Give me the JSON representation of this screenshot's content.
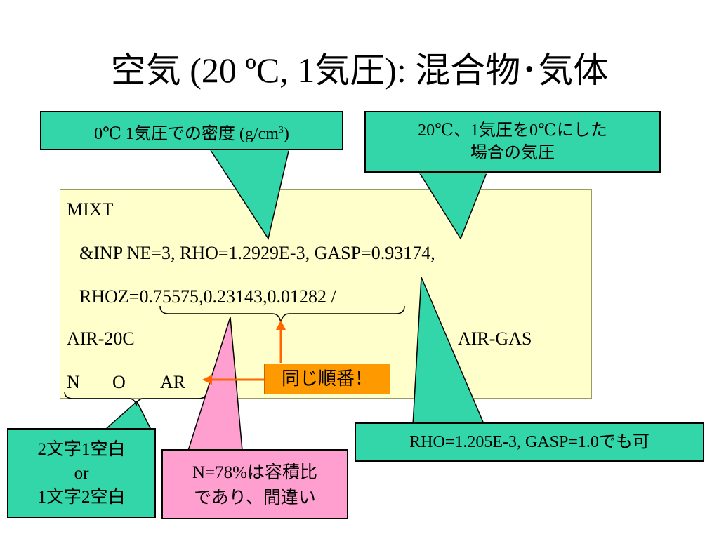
{
  "slide": {
    "title": "空気 (20 ºC, 1気圧): 混合物･気体"
  },
  "code": {
    "line1": "MIXT",
    "line2": "&INP NE=3, RHO=1.2929E-3, GASP=0.93174,",
    "line3_prefix": "RHOZ=",
    "line3_values": "0.75575,0.23143,0.01282",
    "line3_suffix": " /",
    "line4_left": "AIR-20C",
    "line4_right": "AIR-GAS",
    "line5_n": "N",
    "line5_o": "O",
    "line5_ar": "AR"
  },
  "callouts": {
    "density": {
      "text": "0℃ 1気圧での密度 (g/cm",
      "sup": "3",
      "close": ")"
    },
    "pressure": {
      "line1": "20℃、1気圧を0℃にした",
      "line2": "場合の気圧"
    },
    "same_order": "同じ順番！",
    "spacing": {
      "line1": "2文字1空白",
      "line2": "or",
      "line3": "1文字2空白"
    },
    "volume": {
      "line1": "N=78%は容積比",
      "line2": "であり、間違い"
    },
    "alt": "RHO=1.205E-3, GASP=1.0でも可"
  },
  "colors": {
    "teal": "#33d6a8",
    "pink": "#ff9fd0",
    "orange": "#ff9900",
    "code_bg": "#ffffcc"
  }
}
